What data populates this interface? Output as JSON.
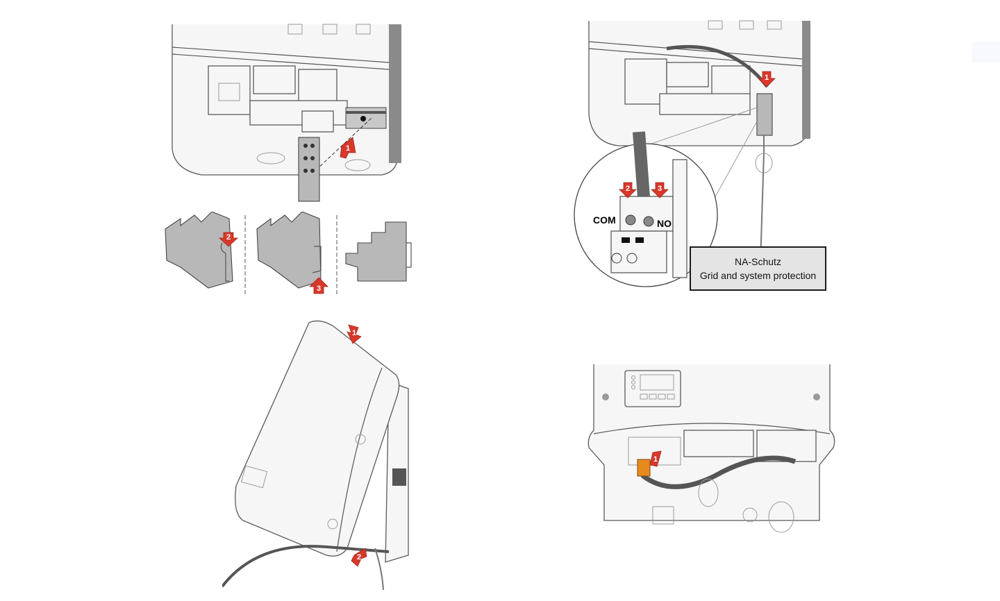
{
  "figure": {
    "panels": [
      {
        "id": "mount-relay-base",
        "description": "Relay base clipped onto DIN rail inside inverter connection area",
        "steps": [
          "1"
        ]
      },
      {
        "id": "din-rail-clip-sequence",
        "description": "Three-stage sequence: hook relay onto rail, press up, seated",
        "steps": [
          "2",
          "3"
        ]
      },
      {
        "id": "wire-relay-contacts",
        "description": "Cable routed to relay; detail view of COM and NO terminals",
        "steps": [
          "1",
          "2",
          "3"
        ],
        "terminal_labels": {
          "com": "COM",
          "no": "NO"
        },
        "callout": {
          "line1": "NA-Schutz",
          "line2": "Grid and system protection"
        }
      },
      {
        "id": "close-cover",
        "description": "Hang inverter cover onto wall bracket and tilt down",
        "steps": [
          "1",
          "2"
        ]
      },
      {
        "id": "plug-connector",
        "description": "Insert orange plug connector on communication board",
        "steps": [
          "1"
        ]
      }
    ],
    "colors": {
      "arrow": "#d8392b",
      "part_grey": "#b8b8b8",
      "connector_orange": "#e8891e",
      "callout_bg": "#e4e4e4",
      "outline": "#555555"
    }
  }
}
